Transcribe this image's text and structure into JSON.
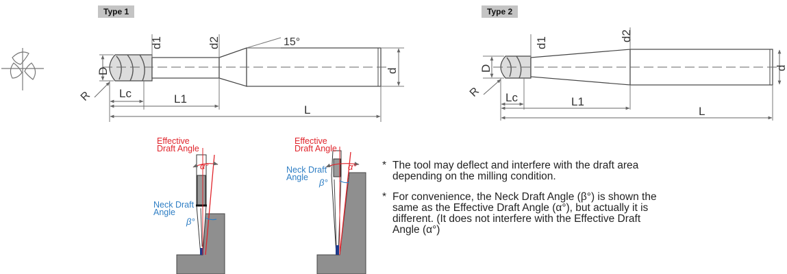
{
  "type1": {
    "tag": "Type 1",
    "labels": {
      "d1": "d1",
      "d2": "d2",
      "angle": "15°",
      "D": "D",
      "d": "d",
      "R": "R",
      "Lc": "Lc",
      "L1": "L1",
      "L": "L"
    }
  },
  "type2": {
    "tag": "Type 2",
    "labels": {
      "d1": "d1",
      "d2": "d2",
      "D": "D",
      "d": "d",
      "R": "R",
      "Lc": "Lc",
      "L1": "L1",
      "L": "L"
    }
  },
  "detail1": {
    "effective": "Effective\nDraft Angle",
    "alpha": "α°",
    "neck": "Neck Draft\nAngle",
    "beta": "β°"
  },
  "detail2": {
    "effective": "Effective\nDraft Angle",
    "alpha": "α°",
    "neck": "Neck Draft\nAngle",
    "beta": "β°"
  },
  "notes": [
    {
      "star": "*",
      "text": "The tool may deflect and interfere with the draft area\n  depending on the milling condition."
    },
    {
      "star": "*",
      "text": "For convenience, the Neck Draft Angle (β°) is shown the\n  same as the Effective Draft Angle (α°), but actually it is\n  different. (It does not interfere with the Effective Draft\n  Angle (α°)"
    }
  ],
  "colors": {
    "red": "#e0242b",
    "blue": "#2e7ec4",
    "line": "#555555",
    "block": "#8f8f8f",
    "dark": "#3d3d3d"
  }
}
